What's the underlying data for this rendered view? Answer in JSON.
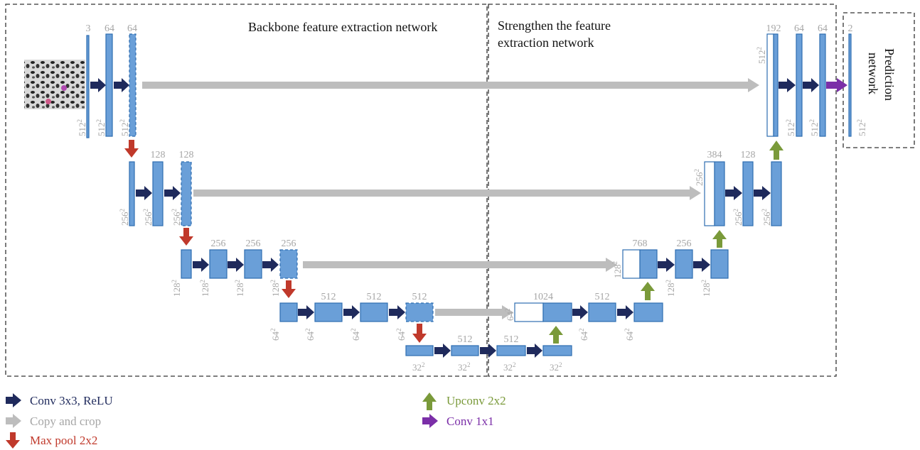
{
  "sections": {
    "backbone": "Backbone feature extraction network",
    "strengthen_line1": "Strengthen the feature",
    "strengthen_line2": "extraction network",
    "prediction_line1": "Prediction",
    "prediction_line2": "network"
  },
  "channels": {
    "enc1": [
      "3",
      "64",
      "64"
    ],
    "enc2": [
      "128",
      "128"
    ],
    "enc3": [
      "256",
      "256",
      "256"
    ],
    "enc4": [
      "512",
      "512",
      "512"
    ],
    "bottleneck": [
      "512",
      "512"
    ],
    "dec4": [
      "1024",
      "512"
    ],
    "dec3": [
      "768",
      "256"
    ],
    "dec2": [
      "384",
      "128"
    ],
    "dec1": [
      "192",
      "64",
      "64"
    ],
    "out": [
      "2"
    ]
  },
  "resolutions": {
    "r512": "512",
    "r256": "256",
    "r128": "128",
    "r64": "64",
    "r32": "32",
    "exp": "2"
  },
  "legend": [
    {
      "label": "Conv 3x3, ReLU",
      "color": "#1f2a5c",
      "icon": "arrow-right"
    },
    {
      "label": "Copy and crop",
      "color": "#bdbdbd",
      "icon": "arrow-right"
    },
    {
      "label": "Max pool 2x2",
      "color": "#c0392b",
      "icon": "arrow-down"
    },
    {
      "label": "Upconv 2x2",
      "color": "#7a9a3a",
      "icon": "arrow-up"
    },
    {
      "label": "Conv 1x1",
      "color": "#7b2fa8",
      "icon": "arrow-right"
    }
  ],
  "colors": {
    "block": "#6a9fd8",
    "block_edge": "#2e6db0",
    "conv": "#1f2a5c",
    "copy": "#bdbdbd",
    "pool": "#c0392b",
    "up": "#7a9a3a",
    "conv1x1": "#7b2fa8",
    "label_gray": "#a6a6a6"
  }
}
